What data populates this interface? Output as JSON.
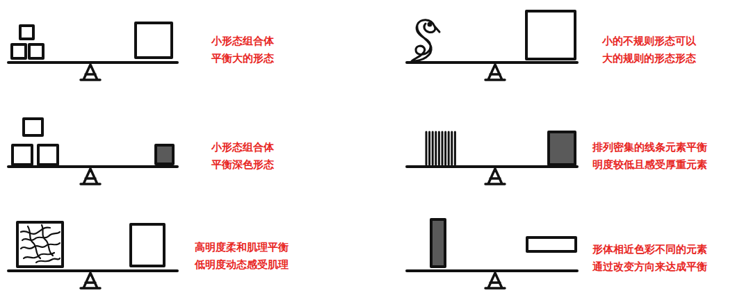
{
  "diagram": {
    "labels": [
      "小形态组合体 平衡大的形态",
      "小的不规则形态可以 大的规则的形态形态",
      "小形态组合体 平衡深色形态",
      "排列密集的线条元素平衡 明度较低且感受厚重元素",
      "高明度柔和肌理平衡 低明度动态感受肌理",
      "形体相近色彩不同的元素 通过改变方向来达成平衡"
    ]
  }
}
